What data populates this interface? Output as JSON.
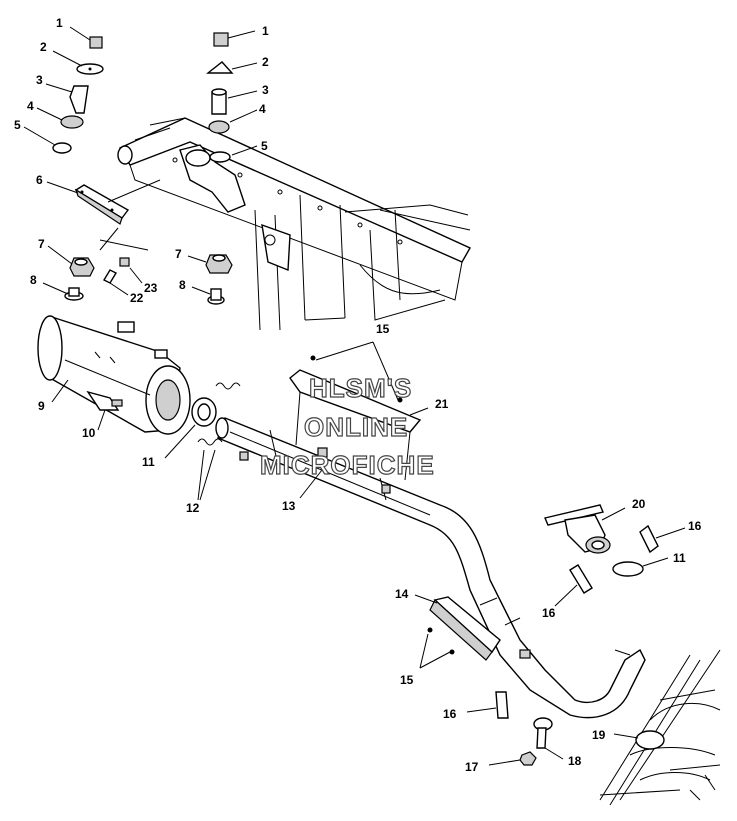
{
  "callouts": {
    "c1a": "1",
    "c2a": "2",
    "c3a": "3",
    "c4a": "4",
    "c5a": "5",
    "c6": "6",
    "c7a": "7",
    "c8a": "8",
    "c23": "23",
    "c22": "22",
    "c1b": "1",
    "c2b": "2",
    "c3b": "3",
    "c4b": "4",
    "c5b": "5",
    "c7b": "7",
    "c8b": "8",
    "c9": "9",
    "c10": "10",
    "c11a": "11",
    "c12": "12",
    "c13": "13",
    "c15a": "15",
    "c21": "21",
    "c20": "20",
    "c16a": "16",
    "c11b": "11",
    "c16b": "16",
    "c14": "14",
    "c15b": "15",
    "c16c": "16",
    "c17": "17",
    "c18": "18",
    "c19": "19"
  },
  "watermark": {
    "line1": "HLSM'S",
    "line2": "ONLINE",
    "line3": "MICROFICHE"
  }
}
